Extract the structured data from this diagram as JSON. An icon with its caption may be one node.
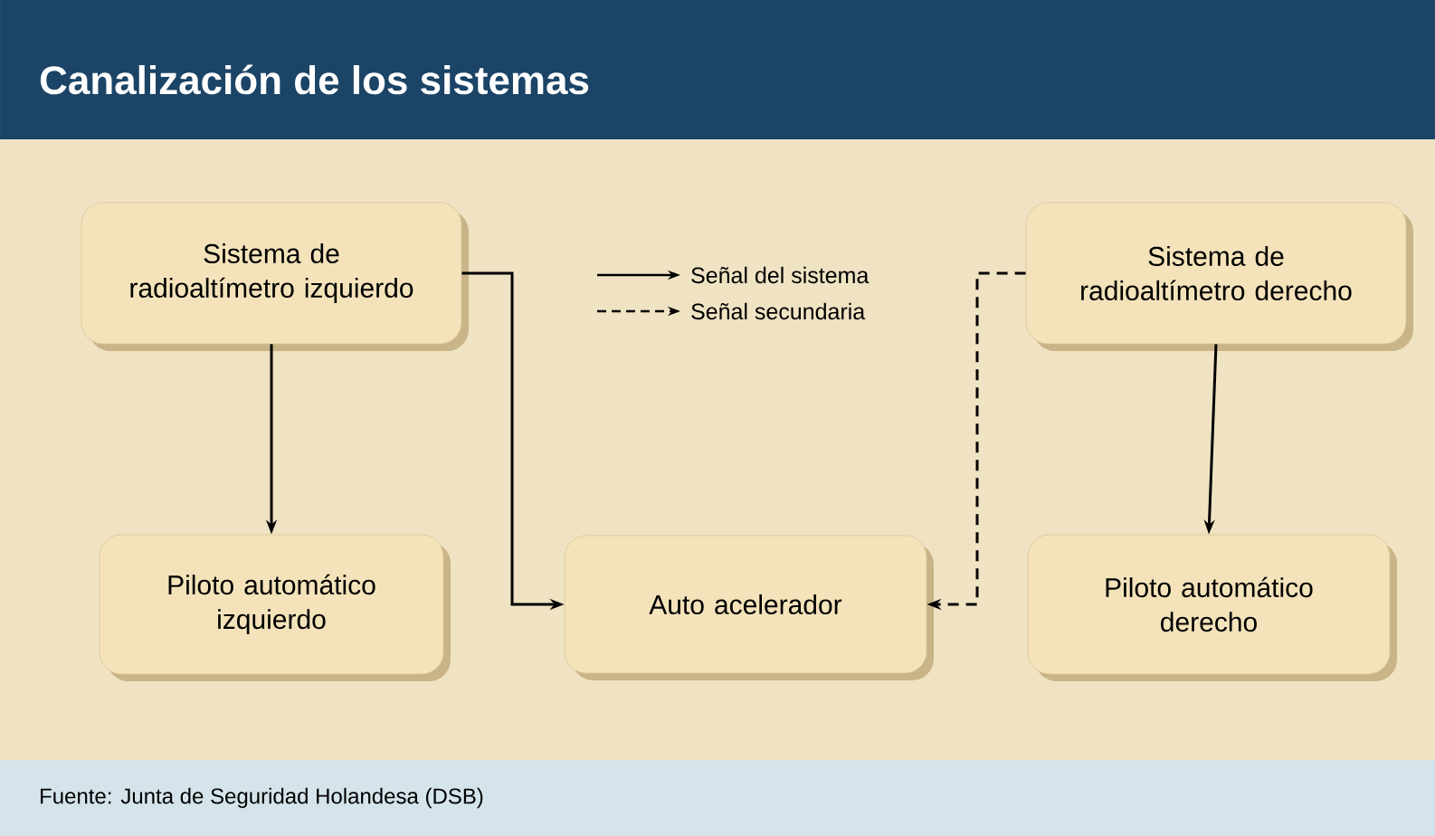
{
  "diagram": {
    "title": "Canalización de los sistemas",
    "caption": "Fuente: Junta de Seguridad Holandesa (DSB)",
    "nodes": [
      {
        "text": [
          "Sistema de radioaltímetro izquierdo"
        ]
      },
      {
        "text": [
          "Sistema de radioaltímetro derecho"
        ]
      },
      {
        "text": [
          "Piloto automático izquierdo"
        ]
      },
      {
        "text": [
          "Auto acelerador"
        ]
      },
      {
        "text": [
          "Piloto automático derecho"
        ]
      }
    ],
    "edges": [
      {
        "from": 0,
        "to": 2,
        "arrow": "to"
      },
      {
        "from": 0,
        "to": 3,
        "arrow": "to"
      },
      {
        "from": 1,
        "to": 3,
        "arrow": "to",
        "style": "dashed"
      },
      {
        "from": 1,
        "to": 4,
        "arrow": "to"
      }
    ],
    "legend": [
      {
        "text": "Señal del sistema"
      },
      {
        "text": "Señal secundaria"
      }
    ]
  }
}
